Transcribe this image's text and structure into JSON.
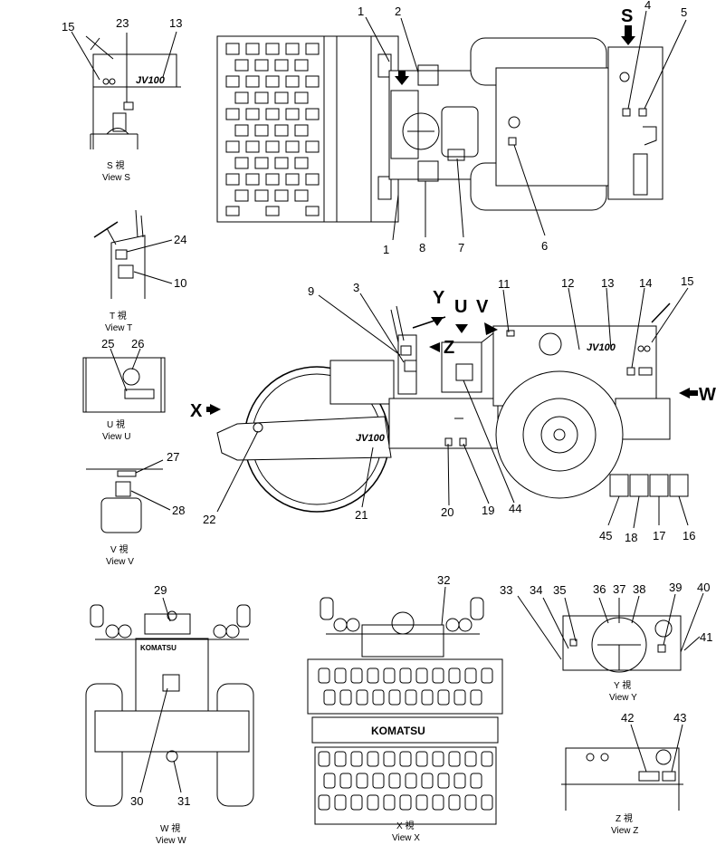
{
  "callouts": {
    "c1a": "1",
    "c2": "2",
    "c4": "4",
    "c5": "5",
    "c1b": "1",
    "c8": "8",
    "c7": "7",
    "c6": "6",
    "c15s": "15",
    "c23": "23",
    "c13s": "13",
    "c24": "24",
    "c10": "10",
    "c25": "25",
    "c26": "26",
    "c27": "27",
    "c28": "28",
    "c9": "9",
    "c3": "3",
    "c11": "11",
    "c12": "12",
    "c13": "13",
    "c14": "14",
    "c15": "15",
    "c22": "22",
    "c21": "21",
    "c20": "20",
    "c19": "19",
    "c44": "44",
    "c45": "45",
    "c18": "18",
    "c17": "17",
    "c16": "16",
    "c29": "29",
    "c30": "30",
    "c31": "31",
    "c32": "32",
    "c33": "33",
    "c34": "34",
    "c35": "35",
    "c36": "36",
    "c37": "37",
    "c38": "38",
    "c39": "39",
    "c40": "40",
    "c41": "41",
    "c42": "42",
    "c43": "43"
  },
  "view_letters": {
    "s": "S",
    "y": "Y",
    "u": "U",
    "v": "V",
    "z": "Z",
    "x": "X",
    "w": "W"
  },
  "captions": {
    "s_jp": "S 視",
    "s_en": "View S",
    "t_jp": "T 視",
    "t_en": "View T",
    "u_jp": "U 視",
    "u_en": "View U",
    "v_jp": "V 視",
    "v_en": "View V",
    "w_jp": "W 視",
    "w_en": "View W",
    "x_jp": "X 視",
    "x_en": "View X",
    "y_jp": "Y 視",
    "y_en": "View Y",
    "z_jp": "Z 視",
    "z_en": "View Z"
  },
  "decals": {
    "komatsu": "KOMATSU",
    "brand": "JV100"
  }
}
